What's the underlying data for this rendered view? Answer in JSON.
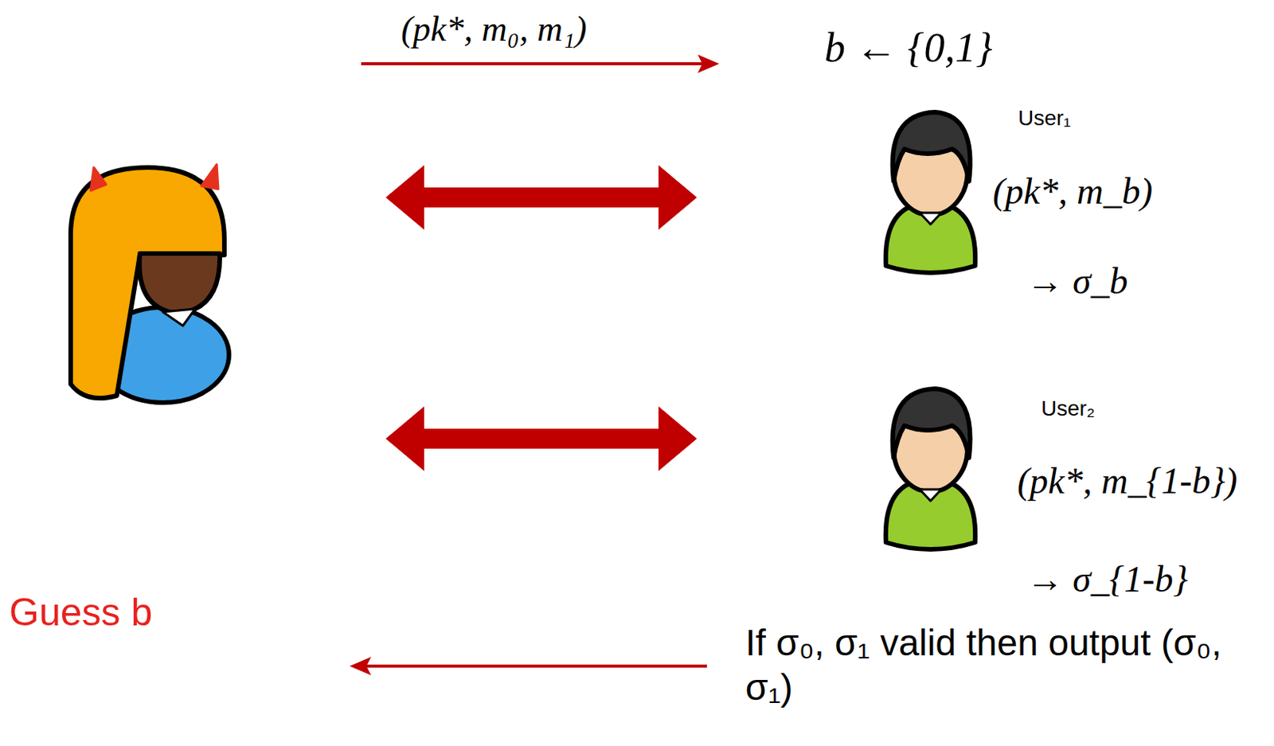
{
  "diagram": {
    "nodes": [
      {
        "text": [
          "Guess b"
        ]
      },
      {
        "text": [
          "User₁",
          "(pk*, m_b)",
          "→ σ_b"
        ]
      },
      {
        "text": [
          "User₂",
          "(pk*, m_{1-b})",
          "→ σ_{1-b}"
        ]
      }
    ],
    "edges": [
      {
        "from": 0,
        "to": 1,
        "arrow": "both"
      },
      {
        "from": 0,
        "to": 2,
        "arrow": "both"
      }
    ],
    "labels": [
      "(pk*, m₀, m₁)",
      "b ← {0,1}",
      "If σ₀, σ₁ valid then output (σ₀, σ₁)"
    ]
  }
}
